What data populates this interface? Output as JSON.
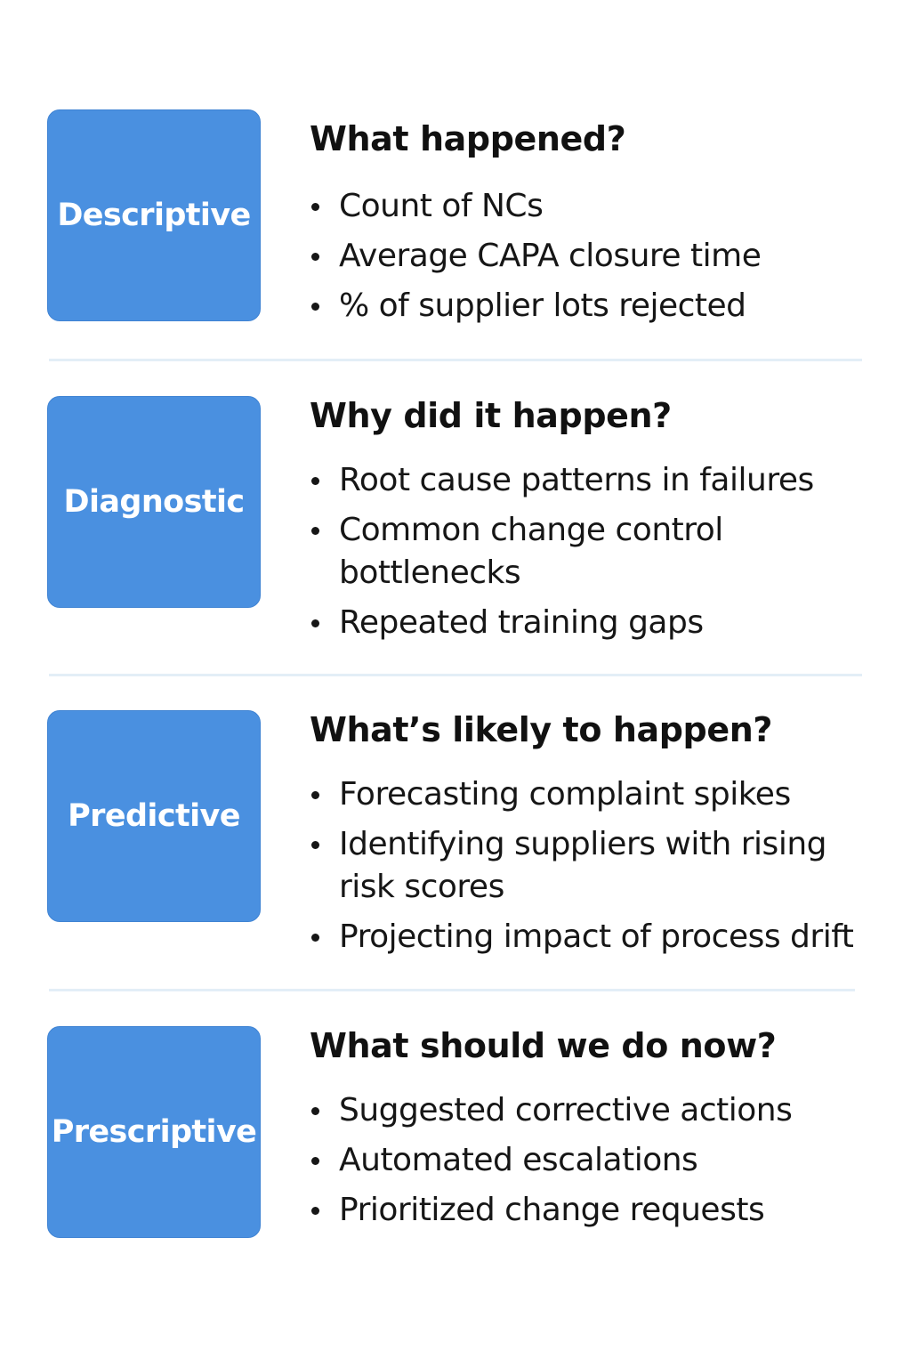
{
  "sections": [
    {
      "badge": "Descriptive",
      "heading": "What happened?",
      "points": [
        "Count of NCs",
        "Average CAPA closure time",
        "% of supplier lots rejected"
      ]
    },
    {
      "badge": "Diagnostic",
      "heading": "Why did it happen?",
      "points": [
        "Root cause patterns in failures",
        "Common change control bottlenecks",
        "Repeated training gaps"
      ]
    },
    {
      "badge": "Predictive",
      "heading": "What’s likely to happen?",
      "points": [
        "Forecasting complaint spikes",
        "Identifying suppliers with rising risk scores",
        "Projecting impact of process drift"
      ]
    },
    {
      "badge": "Prescriptive",
      "heading": "What should we do now?",
      "points": [
        "Suggested corrective actions",
        "Automated escalations",
        "Prioritized change requests"
      ]
    }
  ],
  "colors": {
    "badge_fill": "#4a90e0",
    "badge_text": "#ffffff",
    "divider": "#e3eef7"
  }
}
